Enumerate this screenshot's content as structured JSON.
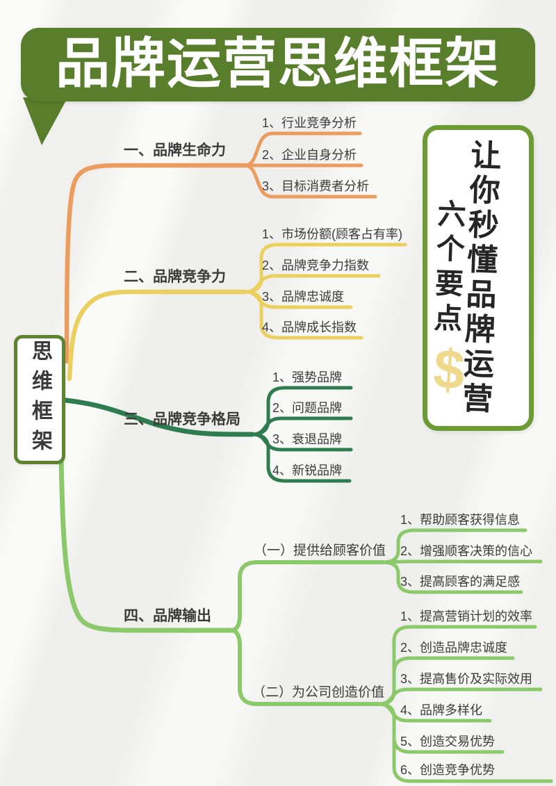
{
  "title": "品牌运营思维框架",
  "root_label": "思维框架",
  "side_note": {
    "line_main": "让你秒懂品牌运营",
    "line_sub": "六个要点",
    "symbol": "$"
  },
  "branches": [
    {
      "label": "一、品牌生命力",
      "children": [
        "1、行业竞争分析",
        "2、企业自身分析",
        "3、目标消费者分析"
      ]
    },
    {
      "label": "二、品牌竞争力",
      "children": [
        "1、市场份额(顾客占有率)",
        "2、品牌竞争力指数",
        "3、品牌忠诚度",
        "4、品牌成长指数"
      ]
    },
    {
      "label": "三、品牌竞争格局",
      "children": [
        "1、强势品牌",
        "2、问题品牌",
        "3、衰退品牌",
        "4、新锐品牌"
      ]
    },
    {
      "label": "四、品牌输出",
      "subbranches": [
        {
          "label": "（一）提供给顾客价值",
          "children": [
            "1、帮助顾客获得信息",
            "2、增强顺客决策的信心",
            "3、提高顾客的满足感"
          ]
        },
        {
          "label": "（二）为公司创造价值",
          "children": [
            "1、提高营销计划的效率",
            "2、创造品牌忠诚度",
            "3、提高售价及实际效用",
            "4、品牌多样化",
            "5、创造交易优势",
            "6、创造竞争优势"
          ]
        }
      ]
    }
  ],
  "colors": {
    "bubble_green": "#587E2B",
    "root_border_green": "#5E8430",
    "note_border_green": "#6B9B33",
    "branch1_orange": "#EC9D5E",
    "branch2_yellow": "#ECD05F",
    "branch3_dark_green": "#2E7C4F",
    "branch4_light_green": "#8CC96A",
    "text_dark": "#3B3B3B",
    "dollar_yellow": "#EFD98C",
    "background": "#F1F1EF"
  }
}
